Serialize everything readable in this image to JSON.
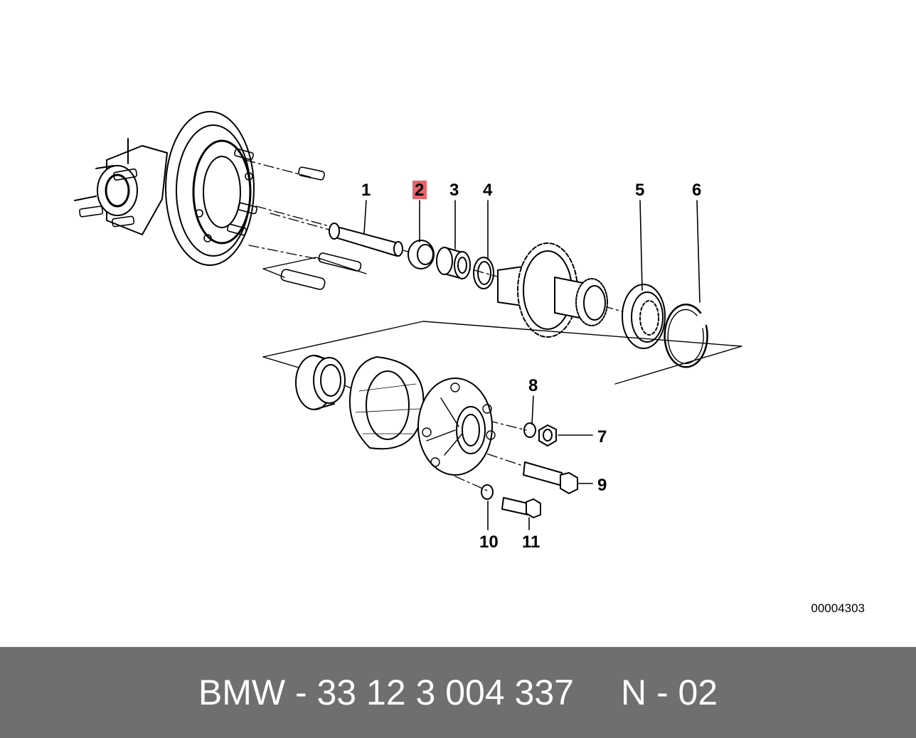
{
  "diagram": {
    "callouts": [
      {
        "label": "1",
        "highlight": false
      },
      {
        "label": "2",
        "highlight": true
      },
      {
        "label": "3",
        "highlight": false
      },
      {
        "label": "4",
        "highlight": false
      },
      {
        "label": "5",
        "highlight": false
      },
      {
        "label": "6",
        "highlight": false
      },
      {
        "label": "7",
        "highlight": false
      },
      {
        "label": "8",
        "highlight": false
      },
      {
        "label": "9",
        "highlight": false
      },
      {
        "label": "10",
        "highlight": false
      },
      {
        "label": "11",
        "highlight": false
      }
    ],
    "highlight_color": "#e8636b",
    "diagram_code": "00004303"
  },
  "footer": {
    "part_number": "BMW - 33 12 3 004 337",
    "diagram_ref": "N - 02",
    "background": "#6f6f6f"
  }
}
